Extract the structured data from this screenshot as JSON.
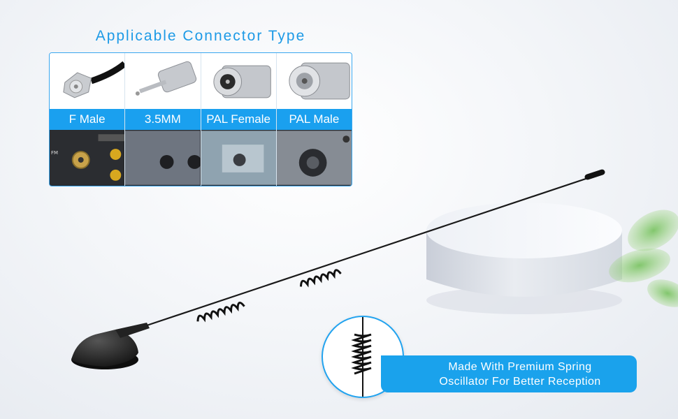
{
  "connector_section": {
    "title": "Applicable Connector Type",
    "connectors": [
      {
        "label": "F Male"
      },
      {
        "label": "3.5MM"
      },
      {
        "label": "PAL Female"
      },
      {
        "label": "PAL Male"
      }
    ]
  },
  "callout": {
    "line1": "Made With Premium Spring",
    "line2": "Oscillator For Better Reception"
  },
  "colors": {
    "accent_blue": "#1aa0ef",
    "antenna_black": "#1a1a1a"
  }
}
